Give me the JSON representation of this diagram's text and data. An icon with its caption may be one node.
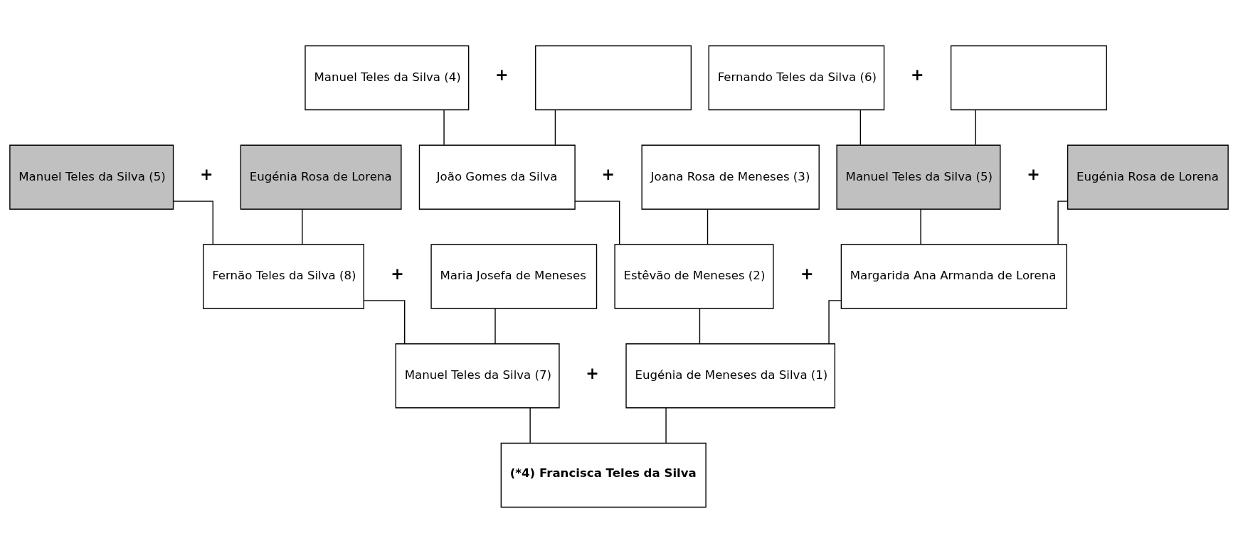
{
  "diagram": {
    "nodes": [
      {
        "text": [
          "Manuel Teles da Silva (4)"
        ]
      },
      {
        "text": [],
        "shape": "box"
      },
      {
        "text": [
          "Fernando Teles da Silva (6)"
        ]
      },
      {
        "text": [],
        "shape": "box"
      },
      {
        "text": [
          "Manuel Teles da Silva (5)"
        ]
      },
      {
        "text": [
          "Eugénia Rosa de Lorena"
        ]
      },
      {
        "text": [
          "João Gomes da Silva"
        ]
      },
      {
        "text": [
          "Joana Rosa de Meneses (3)"
        ]
      },
      {
        "text": [
          "Manuel Teles da Silva (5)"
        ]
      },
      {
        "text": [
          "Eugénia Rosa de Lorena"
        ]
      },
      {
        "text": [
          "Fernão Teles da Silva (8)"
        ]
      },
      {
        "text": [
          "Maria Josefa de Meneses"
        ]
      },
      {
        "text": [
          "Estêvão de Meneses (2)"
        ]
      },
      {
        "text": [
          "Margarida Ana Armanda de Lorena"
        ]
      },
      {
        "text": [
          "Manuel Teles da Silva (7)"
        ]
      },
      {
        "text": [
          "Eugénia de Meneses da Silva (1)"
        ]
      },
      {
        "text": [
          "(*4) Francisca Teles da Silva"
        ]
      }
    ],
    "edges": [
      {
        "from": 0,
        "to": 6,
        "arrow": "none"
      },
      {
        "from": 1,
        "to": 6,
        "arrow": "none"
      },
      {
        "from": 2,
        "to": 8,
        "arrow": "none"
      },
      {
        "from": 3,
        "to": 8,
        "arrow": "none"
      },
      {
        "from": 4,
        "to": 10,
        "arrow": "none"
      },
      {
        "from": 5,
        "to": 10,
        "arrow": "none"
      },
      {
        "from": 6,
        "to": 12,
        "arrow": "none"
      },
      {
        "from": 7,
        "to": 12,
        "arrow": "none"
      },
      {
        "from": 8,
        "to": 13,
        "arrow": "none"
      },
      {
        "from": 9,
        "to": 13,
        "arrow": "none"
      },
      {
        "from": 10,
        "to": 14,
        "arrow": "none"
      },
      {
        "from": 11,
        "to": 14,
        "arrow": "none"
      },
      {
        "from": 12,
        "to": 15,
        "arrow": "none"
      },
      {
        "from": 13,
        "to": 15,
        "arrow": "none"
      },
      {
        "from": 14,
        "to": 16,
        "arrow": "none"
      },
      {
        "from": 15,
        "to": 16,
        "arrow": "none"
      }
    ],
    "labels": [
      "+",
      "+",
      "+",
      "+",
      "+",
      "+",
      "+",
      "+"
    ]
  }
}
